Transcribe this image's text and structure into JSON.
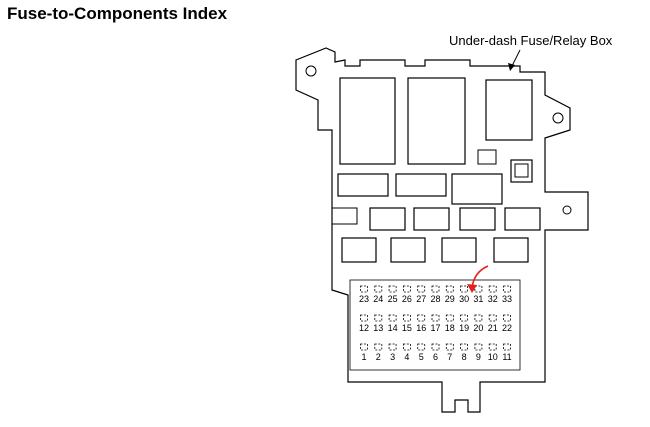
{
  "page": {
    "title": "Fuse-to-Components Index",
    "callout_label": "Under-dash Fuse/Relay Box"
  },
  "fuse_rows": [
    [
      "23",
      "24",
      "25",
      "26",
      "27",
      "28",
      "29",
      "30",
      "31",
      "32",
      "33"
    ],
    [
      "12",
      "13",
      "14",
      "15",
      "16",
      "17",
      "18",
      "19",
      "20",
      "21",
      "22"
    ],
    [
      "1",
      "2",
      "3",
      "4",
      "5",
      "6",
      "7",
      "8",
      "9",
      "10",
      "11"
    ]
  ],
  "highlight": {
    "fuse": "30",
    "marker_color": "#e0201b"
  }
}
